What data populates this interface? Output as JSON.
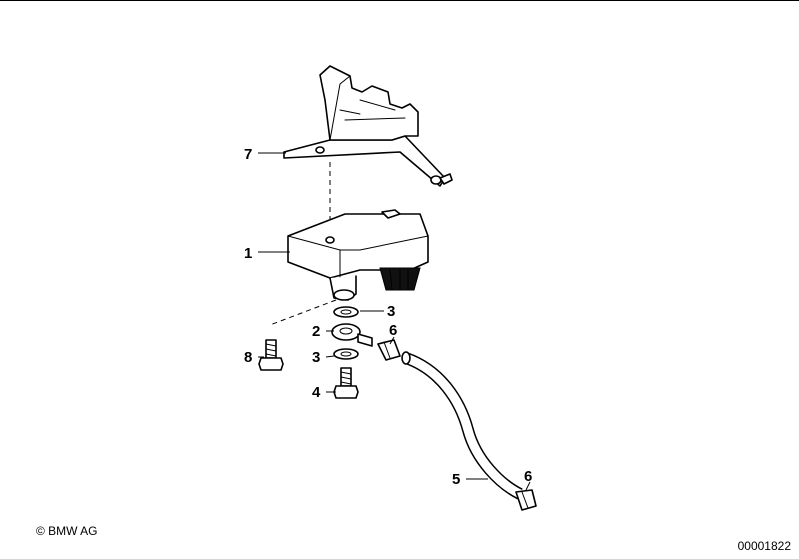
{
  "callouts": [
    {
      "id": "7",
      "label": "7"
    },
    {
      "id": "1",
      "label": "1"
    },
    {
      "id": "3a",
      "label": "3"
    },
    {
      "id": "2",
      "label": "2"
    },
    {
      "id": "6a",
      "label": "6"
    },
    {
      "id": "8",
      "label": "8"
    },
    {
      "id": "3b",
      "label": "3"
    },
    {
      "id": "4",
      "label": "4"
    },
    {
      "id": "5",
      "label": "5"
    },
    {
      "id": "6b",
      "label": "6"
    }
  ],
  "footer": {
    "copyright": "© BMW AG",
    "document_number": "00001822"
  }
}
